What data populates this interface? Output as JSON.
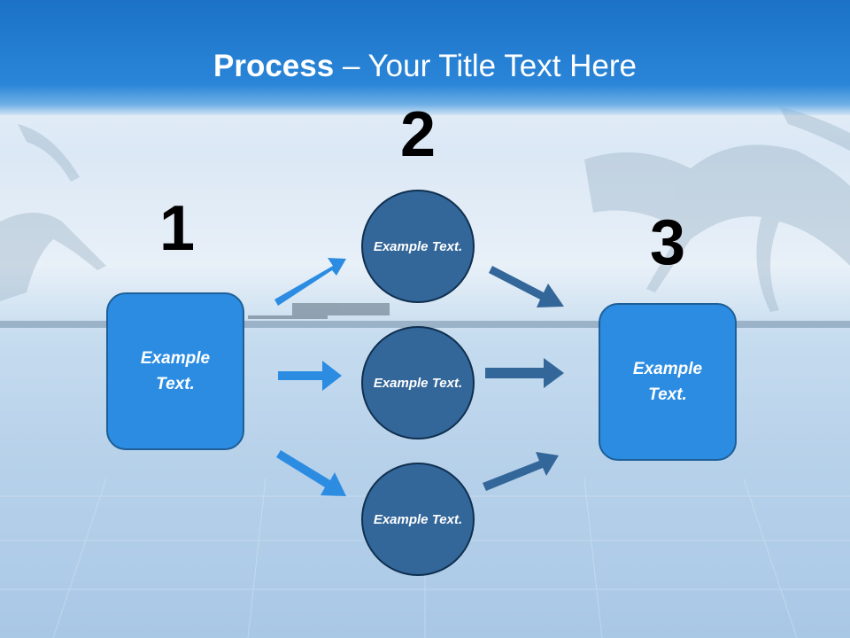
{
  "slide": {
    "title_bold": "Process",
    "title_rest": " – Your Title Text Here"
  },
  "steps": [
    {
      "number": "1",
      "text": "Example Text."
    },
    {
      "number": "2",
      "items": [
        "Example Text.",
        "Example Text.",
        "Example Text."
      ]
    },
    {
      "number": "3",
      "text": "Example Text."
    }
  ],
  "colors": {
    "box_fill": "#2b8ce2",
    "circle_fill": "#336699",
    "arrow_light": "#2b8ce2",
    "arrow_dark": "#336699",
    "header": "#1b72c6"
  }
}
